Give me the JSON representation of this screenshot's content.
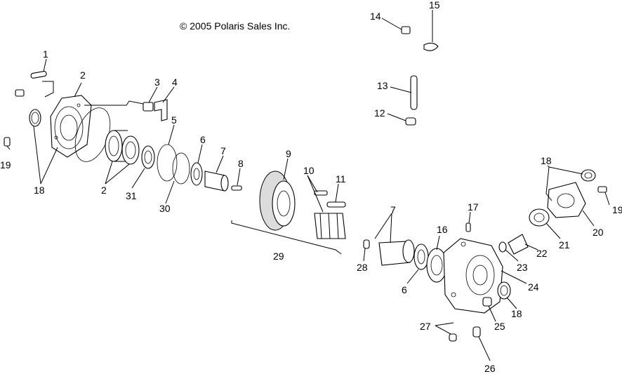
{
  "copyright": "© 2005 Polaris Sales Inc.",
  "callouts": [
    "1",
    "2",
    "3",
    "4",
    "2",
    "5",
    "6",
    "7",
    "8",
    "18",
    "19",
    "31",
    "30",
    "9",
    "10",
    "11",
    "29",
    "14",
    "15",
    "13",
    "12",
    "7",
    "17",
    "16",
    "28",
    "6",
    "18",
    "19",
    "20",
    "21",
    "22",
    "23",
    "24",
    "18",
    "25",
    "27",
    "26"
  ]
}
